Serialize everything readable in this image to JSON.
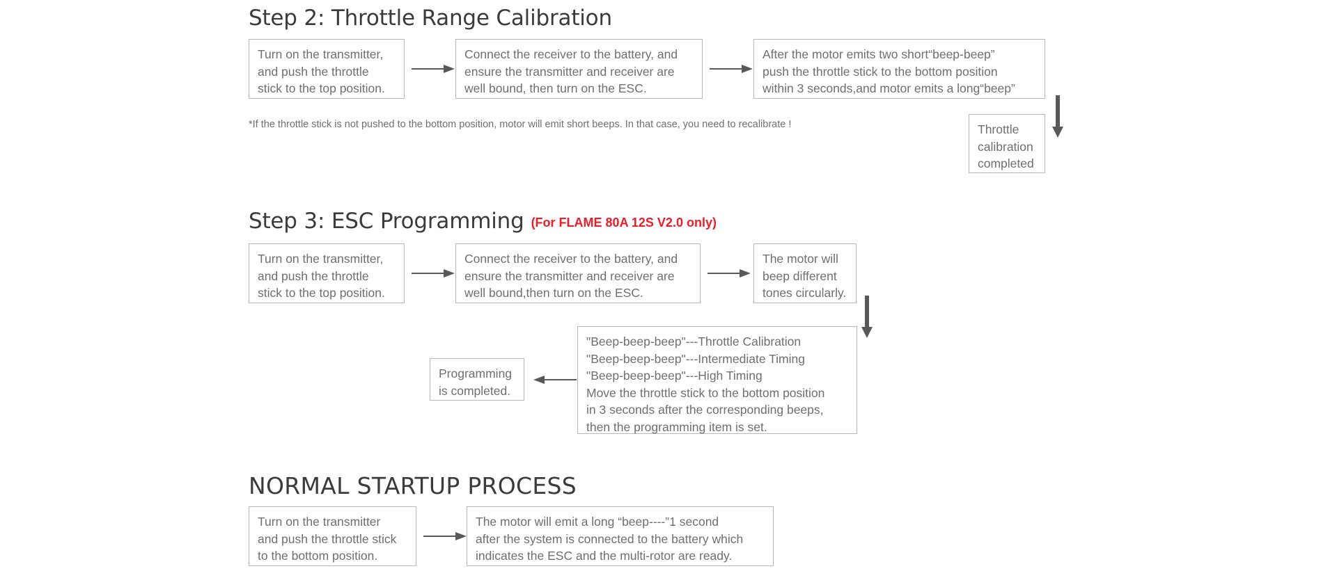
{
  "page": {
    "background": "#ffffff",
    "text_color": "#6f6f6f",
    "heading_color": "#3b3b3b",
    "accent_red": "#ee1c25",
    "box_border": "#b8b8b8",
    "arrow_color": "#595959"
  },
  "step2": {
    "heading": "Step 2: Throttle Range Calibration",
    "box1": "Turn on the transmitter,\nand push the throttle\nstick to the top position.",
    "box2": "Connect the receiver to the battery, and\nensure the transmitter and receiver are\nwell bound, then turn on the ESC.",
    "box3": "After the motor emits two short“beep-beep”\npush the throttle stick to the bottom position\nwithin 3 seconds,and motor emits a long“beep”",
    "box4": "Throttle\ncalibration\ncompleted",
    "footnote": "*If the throttle stick is not pushed to the bottom position, motor will emit short beeps. In that case, you need to recalibrate !"
  },
  "step3": {
    "heading": "Step 3: ESC Programming",
    "heading_note": "(For FLAME 80A 12S V2.0 only)",
    "box1": "Turn on the transmitter,\nand push the throttle\nstick to the top position.",
    "box2": "Connect the receiver to the battery, and\nensure the transmitter and receiver are\nwell bound,then turn on the ESC.",
    "box3": "The motor will\nbeep different\ntones circularly.",
    "box4": "\"Beep-beep-beep\"---Throttle Calibration\n\"Beep-beep-beep\"---Intermediate Timing\n\"Beep-beep-beep\"---High Timing\nMove the throttle stick to the bottom position\nin 3 seconds after the corresponding beeps,\nthen the programming item is set.",
    "box5": "Programming\nis completed."
  },
  "normal_startup": {
    "heading": "NORMAL STARTUP PROCESS",
    "box1": "Turn on the transmitter\nand push the throttle stick\nto the bottom position.",
    "box2": "The motor will emit a long “beep----”1 second\nafter the system is connected to the battery which\nindicates the ESC and the multi-rotor are ready."
  },
  "icons": {
    "arrow_right": "arrow-right-icon",
    "arrow_down": "arrow-down-icon",
    "arrow_left": "arrow-left-icon"
  }
}
